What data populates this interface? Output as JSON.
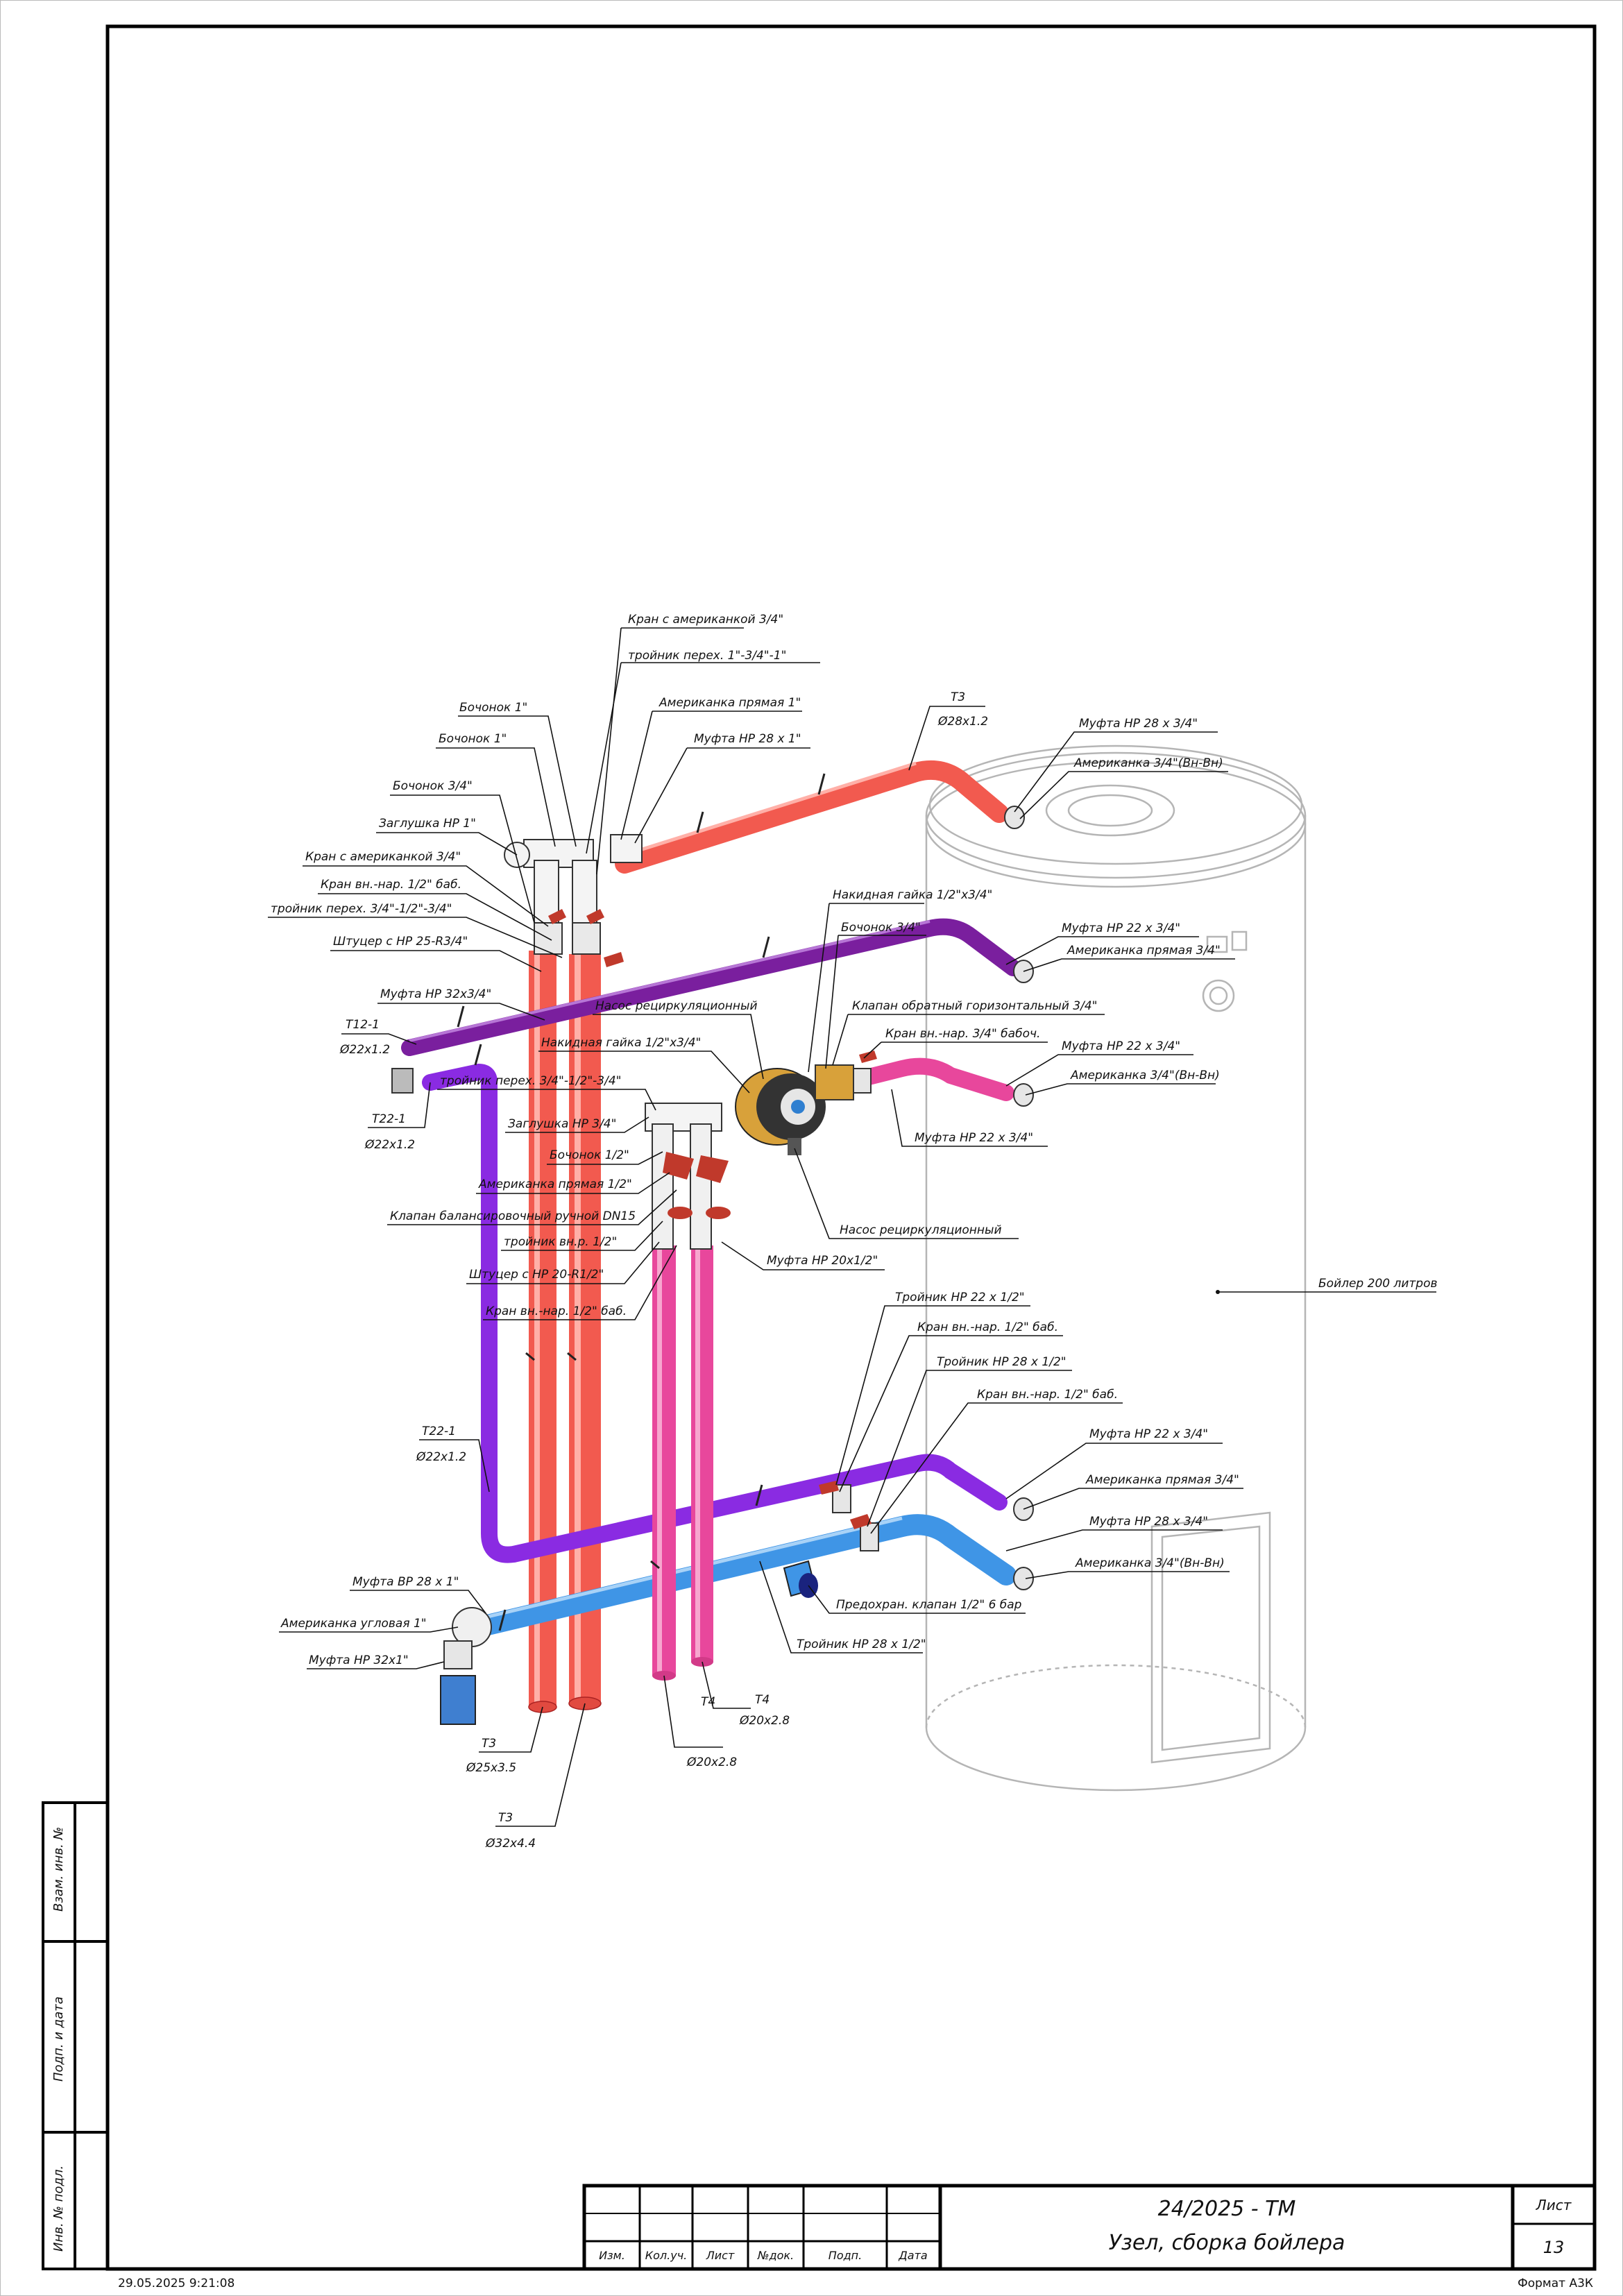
{
  "title_block": {
    "doc_code": "24/2025 - ТМ",
    "doc_title": "Узел, сборка бойлера",
    "sheet_label": "Лист",
    "sheet_number": "13",
    "col_izm": "Изм.",
    "col_koluch": "Кол.уч.",
    "col_list": "Лист",
    "col_ndok": "№док.",
    "col_podp": "Подп.",
    "col_data": "Дата"
  },
  "side_stamp": {
    "vzam": "Взам. инв. №",
    "podp_data": "Подп. и дата",
    "inv_podl": "Инв. № подл."
  },
  "footer": {
    "timestamp": "29.05.2025 9:21:08",
    "format": "Формат А3К"
  },
  "labels": {
    "l01": "Кран с американкой 3/4\"",
    "l02": "тройник перех. 1\"-3/4\"-1\"",
    "l03": "Американка прямая 1\"",
    "l04": "Муфта НР 28 х 1\"",
    "l05": "Бочонок 1\"",
    "l06": "Бочонок 1\"",
    "l07": "Бочонок 3/4\"",
    "l08": "Заглушка НР 1\"",
    "l09": "Кран с американкой 3/4\"",
    "l10": "Кран вн.-нар. 1/2\" баб.",
    "l11": "тройник перех. 3/4\"-1/2\"-3/4\"",
    "l12": "Штуцер с НР 25-R3/4\"",
    "l13": "Муфта НР 32х3/4\"",
    "l14": "Т12-1",
    "l15": "Ø22х1.2",
    "l16": "Т22-1",
    "l17": "Ø22х1.2",
    "l18": "Т3",
    "l19": "Ø28х1.2",
    "l20": "Муфта НР 28 х 3/4\"",
    "l21": "Американка 3/4\"(Вн-Вн)",
    "l22": "Накидная гайка 1/2\"х3/4\"",
    "l23": "Бочонок 3/4\"",
    "l24": "Муфта НР 22 х 3/4\"",
    "l25": "Американка прямая 3/4\"",
    "l26": "Насос рециркуляционный",
    "l27": "Клапан обратный горизонтальный 3/4\"",
    "l28": "Накидная гайка 1/2\"х3/4\"",
    "l29": "Кран вн.-нар. 3/4\" бабоч.",
    "l30": "Муфта НР 22 х 3/4\"",
    "l31": "тройник перех. 3/4\"-1/2\"-3/4\"",
    "l32": "Американка 3/4\"(Вн-Вн)",
    "l33": "Заглушка НР 3/4\"",
    "l34": "Муфта НР 22 х 3/4\"",
    "l35": "Бочонок 1/2\"",
    "l36": "Американка прямая 1/2\"",
    "l37": "Клапан балансировочный ручной DN15",
    "l38": "Насос рециркуляционный",
    "l39": "тройник вн.р. 1/2\"",
    "l40": "Муфта НР 20х1/2\"",
    "l41": "Штуцер с НР 20-R1/2\"",
    "l42": "Кран вн.-нар. 1/2\" баб.",
    "l43": "Бойлер 200 литров",
    "l44": "Тройник НР 22 х 1/2\"",
    "l45": "Кран вн.-нар. 1/2\" баб.",
    "l46": "Тройник НР 28 х 1/2\"",
    "l47": "Кран вн.-нар. 1/2\" баб.",
    "l48": "Муфта НР 22 х 3/4\"",
    "l49": "Американка прямая 3/4\"",
    "l50": "Муфта НР 28 х 3/4\"",
    "l51": "Американка 3/4\"(Вн-Вн)",
    "l52": "Т22-1",
    "l53": "Ø22х1.2",
    "l54": "Муфта ВР 28 х 1\"",
    "l55": "Американка угловая 1\"",
    "l56": "Муфта НР 32х1\"",
    "l57": "Предохран. клапан 1/2\" 6 бар",
    "l58": "Тройник НР 28 х 1/2\"",
    "l59": "Т4",
    "l60": "Ø20х2.8",
    "l61": "Т4",
    "l62": "Ø20х2.8",
    "l63": "Т3",
    "l64": "Ø25х3.5",
    "l65": "Т3",
    "l66": "Ø32х4.4"
  },
  "colors": {
    "red_pipe": "#f25a4f",
    "purple_pipe": "#7a1fb3",
    "violet_pipe": "#8a2be2",
    "pink_pipe": "#e8479c",
    "blue_pipe": "#3f95e6",
    "brass": "#d8a13a",
    "valve_red": "#c0392b"
  }
}
